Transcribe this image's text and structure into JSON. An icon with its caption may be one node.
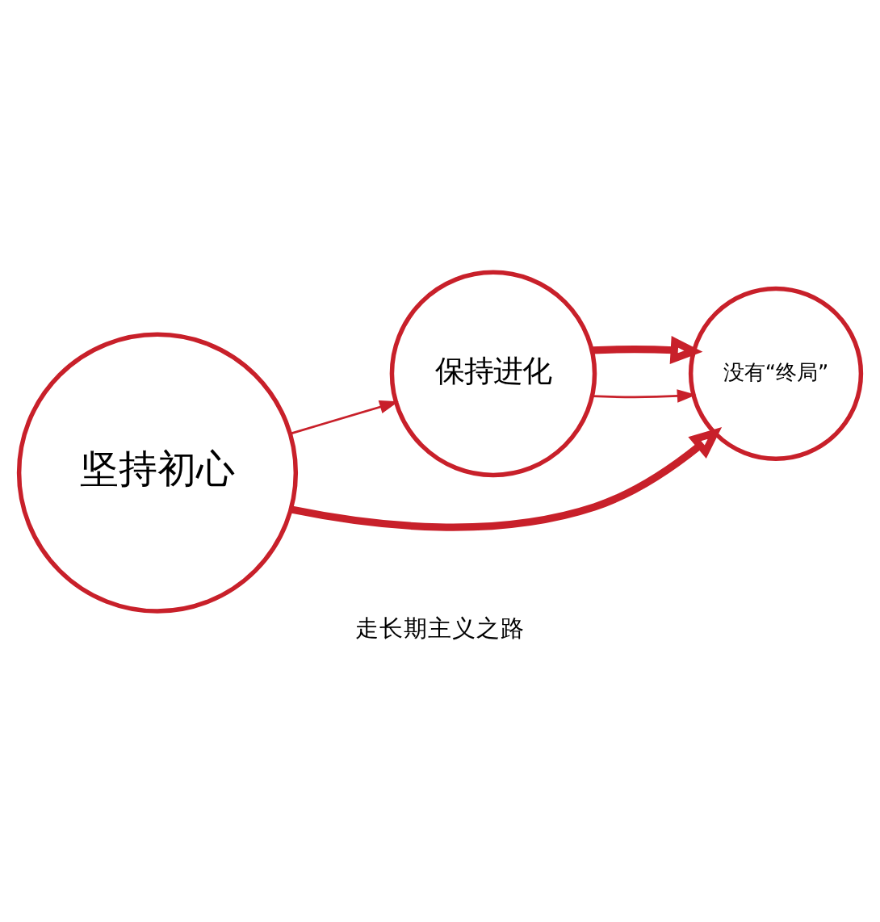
{
  "diagram": {
    "caption": "走长期主义之路",
    "nodes": [
      {
        "text": [
          "坚持初心"
        ]
      },
      {
        "text": [
          "保持进化"
        ]
      },
      {
        "text": [
          "没有“终局”"
        ]
      }
    ],
    "edges": [
      {
        "from": 0,
        "to": 1,
        "arrow": "to"
      },
      {
        "from": 1,
        "to": 2,
        "arrow": "to"
      },
      {
        "from": 0,
        "to": 2,
        "arrow": "to",
        "style": "thick"
      },
      {
        "from": 1,
        "to": 2,
        "arrow": "to",
        "style": "thick"
      }
    ]
  }
}
